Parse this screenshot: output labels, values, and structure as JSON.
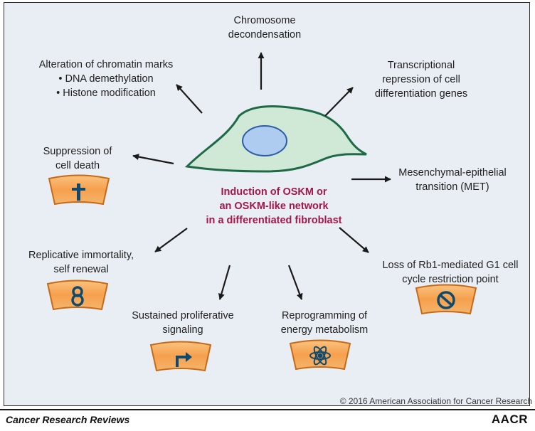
{
  "labels": {
    "chromosome": [
      "Chromosome",
      "decondensation"
    ],
    "chromatin": [
      "Alteration of chromatin marks",
      "• DNA demethylation",
      "• Histone modification"
    ],
    "transcriptional": [
      "Transcriptional",
      "repression of cell",
      "differentiation genes"
    ],
    "cell_death": [
      "Suppression of",
      "cell death"
    ],
    "met": [
      "Mesenchymal-epithelial",
      "transition (MET)"
    ],
    "immortality": [
      "Replicative immortality,",
      "self renewal"
    ],
    "proliferative": [
      "Sustained proliferative",
      "signaling"
    ],
    "metabolism": [
      "Reprogramming of",
      "energy metabolism"
    ],
    "rb1": [
      "Loss of Rb1-mediated G1 cell",
      "cycle restriction point"
    ]
  },
  "center_text": [
    "Induction of OSKM or",
    "an OSKM-like network",
    "in a differentiated fibroblast"
  ],
  "copyright": "© 2016 American Association for Cancer Research",
  "footer": {
    "journal": "Cancer Research Reviews",
    "publisher": "AACR"
  },
  "icons": {
    "cell_death": "dagger-icon",
    "immortality": "infinity-eight-icon",
    "proliferative": "bent-arrow-icon",
    "metabolism": "atom-icon",
    "rb1": "prohibition-icon"
  },
  "colors": {
    "background": "#e9eef4",
    "cell_fill": "#cfe9d6",
    "cell_stroke": "#1f6a46",
    "nucleus_fill": "#aecbf0",
    "nucleus_stroke": "#2e5da8",
    "center_text": "#a3174a",
    "badge_fill": "#f6a04d",
    "badge_stroke": "#c66a17",
    "icon": "#0f4a6e",
    "arrow": "#1a1a1a"
  }
}
